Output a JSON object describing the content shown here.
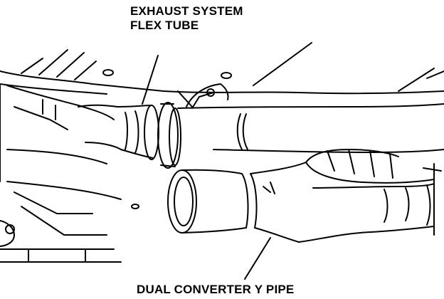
{
  "labels": {
    "flex_tube_line1": "EXHAUST SYSTEM",
    "flex_tube_line2": "FLEX TUBE",
    "y_pipe": "DUAL CONVERTER Y PIPE"
  },
  "colors": {
    "ink": "#000000",
    "paper": "#ffffff"
  }
}
